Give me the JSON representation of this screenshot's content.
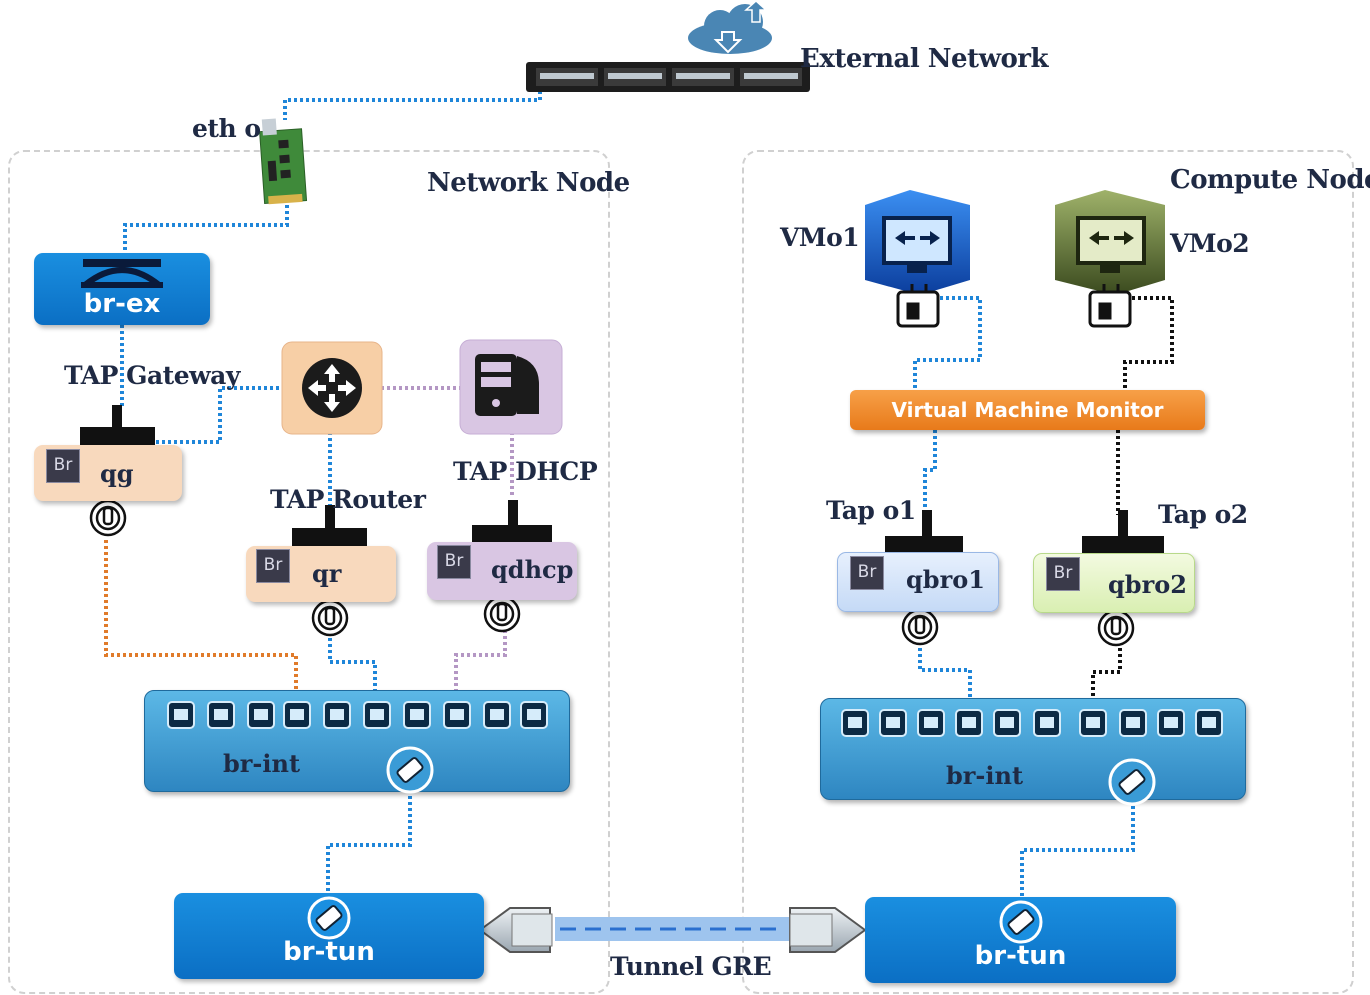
{
  "external_network": {
    "label": "External Network"
  },
  "nic": {
    "label": "eth o"
  },
  "network_node": {
    "title": "Network Node",
    "br_ex": "br-ex",
    "tap_gateway": "TAP Gateway",
    "tap_router": "TAP  Router",
    "tap_dhcp": "TAP  DHCP",
    "bridges": {
      "qg": "qg",
      "qr": "qr",
      "qdhcp": "qdhcp"
    },
    "br_int": "br-int",
    "br_tun": "br-tun"
  },
  "compute_node": {
    "title": "Compute Node",
    "vm01": "VMo1",
    "vm02": "VMo2",
    "vmm": "Virtual Machine  Monitor",
    "tap01": "Tap o1",
    "tap02": "Tap o2",
    "bridges": {
      "qbr01": "qbro1",
      "qbr02": "qbro2"
    },
    "br_int": "br-int",
    "br_tun": "br-tun"
  },
  "bridge_icon_text": "Br",
  "tunnel": {
    "label": "Tunnel GRE"
  },
  "colors": {
    "link_blue": "#1f86d9",
    "link_black": "#111111",
    "link_orange": "#e07b2a",
    "link_purple": "#b497c4",
    "tunnel_band": "#9ec4ee"
  },
  "icons": [
    "cloud-icon",
    "patch-panel-icon",
    "nic-card-icon",
    "bridge-icon",
    "router-icon",
    "server-icon",
    "monitor-icon",
    "tap-connector-icon",
    "port-icon",
    "patch-port-icon",
    "gre-plug-icon"
  ]
}
